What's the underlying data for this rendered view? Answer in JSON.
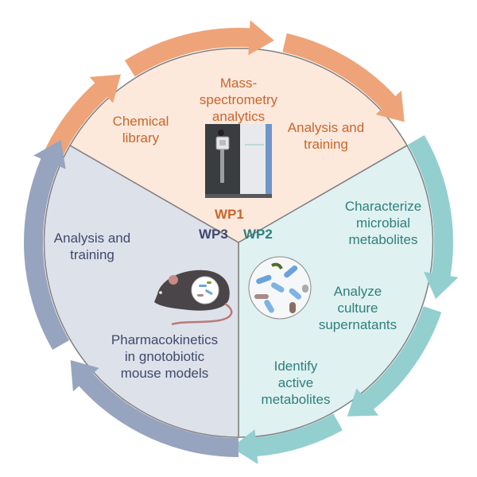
{
  "colors": {
    "wp1_fill": "#fde8dc",
    "wp1_arrow": "#eea478",
    "wp1_text": "#c9662a",
    "wp2_fill": "#dff1f1",
    "wp2_arrow": "#93cfcf",
    "wp2_text": "#2f7f7c",
    "wp3_fill": "#dde1ea",
    "wp3_arrow": "#97a4bf",
    "wp3_text": "#3f4a6b",
    "divider": "#808080"
  },
  "wp1": {
    "label": "WP1",
    "items": [
      [
        "Chemical",
        "library"
      ],
      [
        "Mass-",
        "spectrometry",
        "analytics"
      ],
      [
        "Analysis and",
        "training"
      ]
    ],
    "image": "mass-spectrometer"
  },
  "wp2": {
    "label": "WP2",
    "items": [
      [
        "Characterize",
        "microbial",
        "metabolites"
      ],
      [
        "Analyze",
        "culture",
        "supernatants"
      ],
      [
        "Identify",
        "active",
        "metabolites"
      ]
    ],
    "image": "bacteria-culture"
  },
  "wp3": {
    "label": "WP3",
    "items": [
      [
        "Analysis and",
        "training"
      ],
      [
        "Pharmacokinetics",
        "in gnotobiotic",
        "mouse models"
      ]
    ],
    "image": "gnotobiotic-mouse"
  }
}
